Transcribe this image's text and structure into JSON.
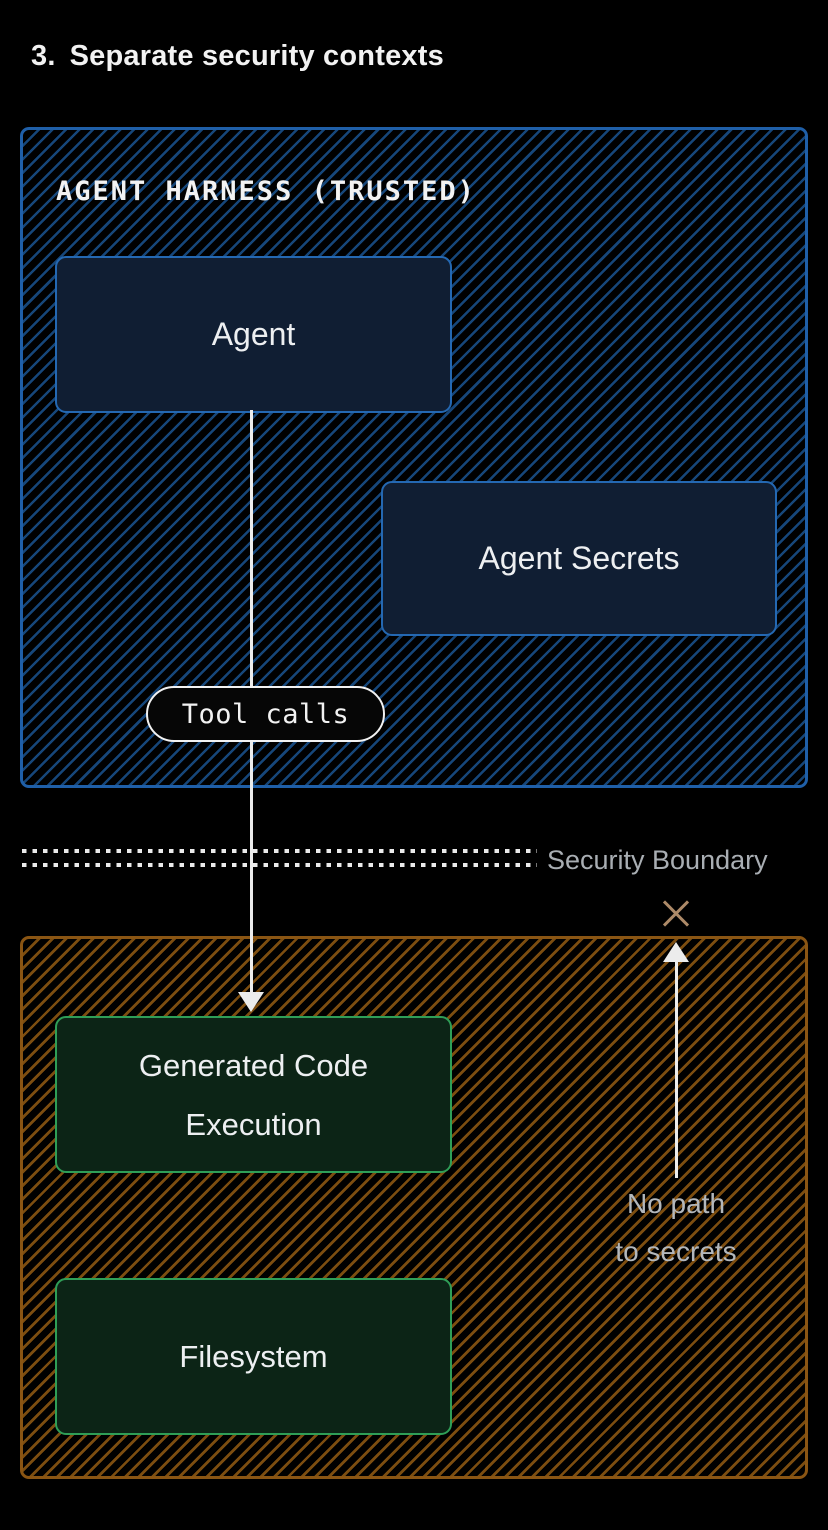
{
  "title": {
    "number": "3.",
    "text": "Separate security contexts"
  },
  "trusted_zone": {
    "label": "AGENT HARNESS (TRUSTED)",
    "agent_label": "Agent",
    "agent_secrets_label": "Agent Secrets",
    "tool_calls_label": "Tool calls"
  },
  "boundary": {
    "label": "Security Boundary"
  },
  "untrusted_zone": {
    "generated_code_line1": "Generated Code",
    "generated_code_line2": "Execution",
    "filesystem_label": "Filesystem"
  },
  "no_path": {
    "icon": "x-mark",
    "line1": "No path",
    "line2": "to secrets"
  },
  "colors": {
    "background": "#000000",
    "title_text": "#f2f2f2",
    "blue_zone_border": "#1f5fa8",
    "blue_hatch": "#164679",
    "navy_box_bg": "#101e33",
    "navy_box_border": "#2468b2",
    "box_text": "#edeff1",
    "pill_border": "#f2f2f2",
    "pill_bg": "#060606",
    "dash": "#eaeaea",
    "muted_text": "#a9aeb3",
    "gray_text": "#b3b7bb",
    "orange_zone_border": "#8a5513",
    "orange_hatch": "#7c4d10",
    "green_box_border": "#2f9e57",
    "green_box_bg": "#0c2416",
    "x_mark": "#ad8a68",
    "arrow": "#ececec"
  }
}
